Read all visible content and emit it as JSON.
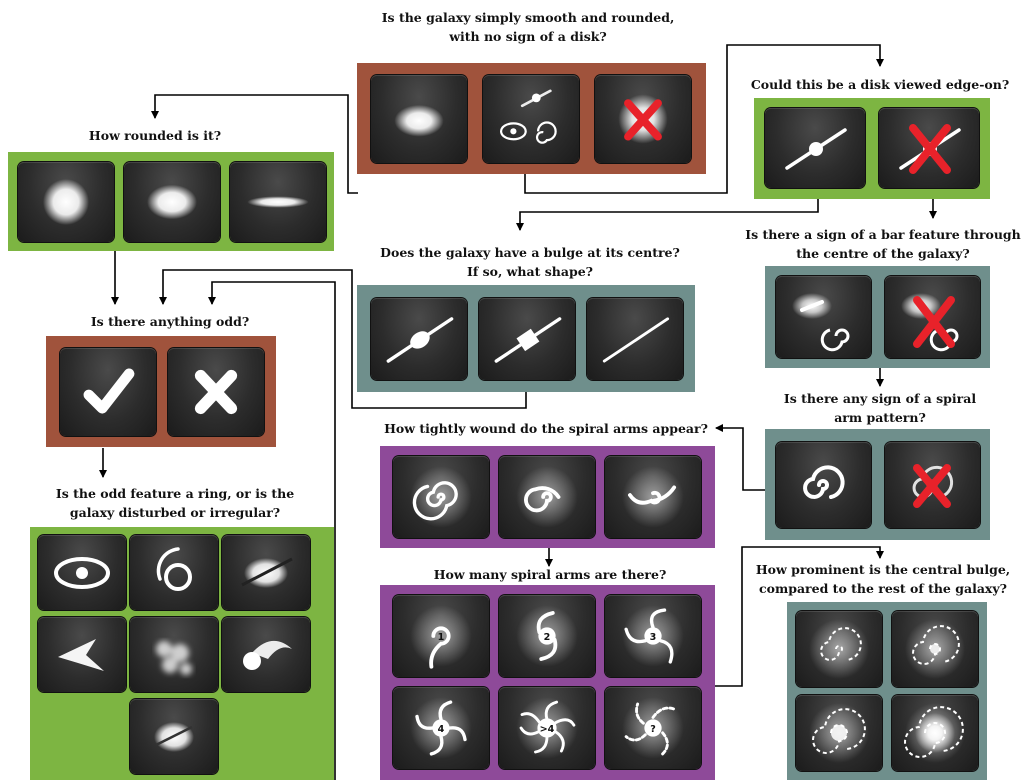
{
  "colors": {
    "brown": "#A0533C",
    "green": "#7DB542",
    "slate": "#6F8F8C",
    "purple": "#8E4A99",
    "button": "#2a2a2a",
    "red_cross": "#E8222A"
  },
  "questions": {
    "smooth": [
      "Is the galaxy simply smooth and rounded,",
      "with no sign of a disk?"
    ],
    "edge_on": [
      "Could this be a disk viewed edge-on?"
    ],
    "rounded": [
      "How rounded is it?"
    ],
    "bulge_shape": [
      "Does the galaxy have a bulge at its centre?",
      "If so, what shape?"
    ],
    "bar": [
      "Is there a sign of a bar feature through",
      "the centre of the galaxy?"
    ],
    "odd": [
      "Is there anything odd?"
    ],
    "spiral": [
      "Is there any sign of a spiral",
      "arm pattern?"
    ],
    "tightness": [
      "How tightly wound do the spiral arms appear?"
    ],
    "odd_feature": [
      "Is the odd feature a ring, or is the",
      "galaxy disturbed or irregular?"
    ],
    "arms": [
      "How many spiral arms are there?"
    ],
    "prominence": [
      "How prominent is the central bulge,",
      "compared to the rest of the galaxy?"
    ]
  },
  "arm_labels": [
    "1",
    "2",
    "3",
    "4",
    ">4",
    "?"
  ]
}
